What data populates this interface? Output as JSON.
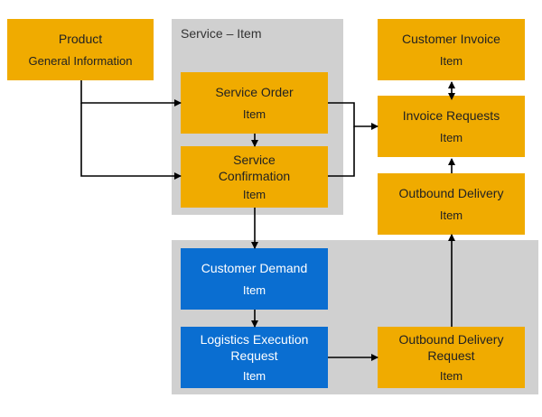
{
  "regions": {
    "service_item": {
      "label": "Service – Item"
    },
    "logistics": {
      "label": ""
    }
  },
  "boxes": {
    "product": {
      "title": "Product",
      "sub": "General Information",
      "color": "#f0ab00"
    },
    "service_order": {
      "title": "Service Order",
      "sub": "Item",
      "color": "#f0ab00"
    },
    "service_confirmation": {
      "title": "Service\nConfirmation",
      "sub": "Item",
      "color": "#f0ab00"
    },
    "customer_invoice": {
      "title": "Customer Invoice",
      "sub": "Item",
      "color": "#f0ab00"
    },
    "invoice_requests": {
      "title": "Invoice Requests",
      "sub": "Item",
      "color": "#f0ab00"
    },
    "outbound_delivery": {
      "title": "Outbound Delivery",
      "sub": "Item",
      "color": "#f0ab00"
    },
    "customer_demand": {
      "title": "Customer Demand",
      "sub": "Item",
      "color": "#0a6ed1"
    },
    "logistics_execution_request": {
      "title": "Logistics Execution\nRequest",
      "sub": "Item",
      "color": "#0a6ed1"
    },
    "outbound_delivery_request": {
      "title": "Outbound Delivery\nRequest",
      "sub": "Item",
      "color": "#f0ab00"
    }
  },
  "colors": {
    "region": "#d0d0d0",
    "orange": "#f0ab00",
    "blue": "#0a6ed1",
    "arrow": "#000000"
  }
}
